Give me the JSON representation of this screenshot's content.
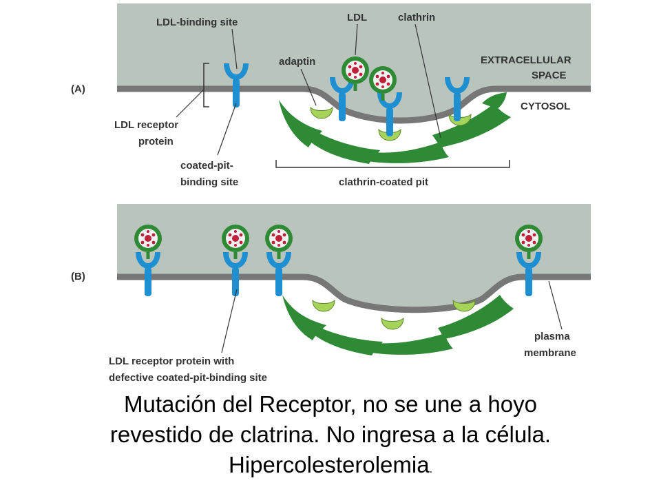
{
  "panel_a": {
    "tag": "(A)",
    "extracellular_line1": "EXTRACELLULAR",
    "extracellular_line2": "SPACE",
    "cytosol": "CYTOSOL",
    "ldl_binding_site": "LDL-binding site",
    "ldl": "LDL",
    "clathrin": "clathrin",
    "adaptin": "adaptin",
    "receptor_line1": "LDL receptor",
    "receptor_line2": "protein",
    "coated_pit_line1": "coated-pit-",
    "coated_pit_line2": "binding site",
    "pit_label": "clathrin-coated pit"
  },
  "panel_b": {
    "tag": "(B)",
    "plasma_line1": "plasma",
    "plasma_line2": "membrane",
    "defective_line1": "LDL receptor protein with",
    "defective_line2": "defective coated-pit-binding site"
  },
  "caption": {
    "line1": "Mutación del Receptor, no se une a hoyo",
    "line2": "revestido de clatrina. No ingresa a la célula.",
    "line3": "Hipercolesterolemia",
    "period": "."
  },
  "colors": {
    "extracellular": "#b9c4bd",
    "membrane": "#777777",
    "receptor": "#1e8fd0",
    "clathrin": "#2f8a36",
    "adaptin": "#a6d45a",
    "ldl_ring": "#2f8a36",
    "ldl_core": "#c0203a"
  }
}
